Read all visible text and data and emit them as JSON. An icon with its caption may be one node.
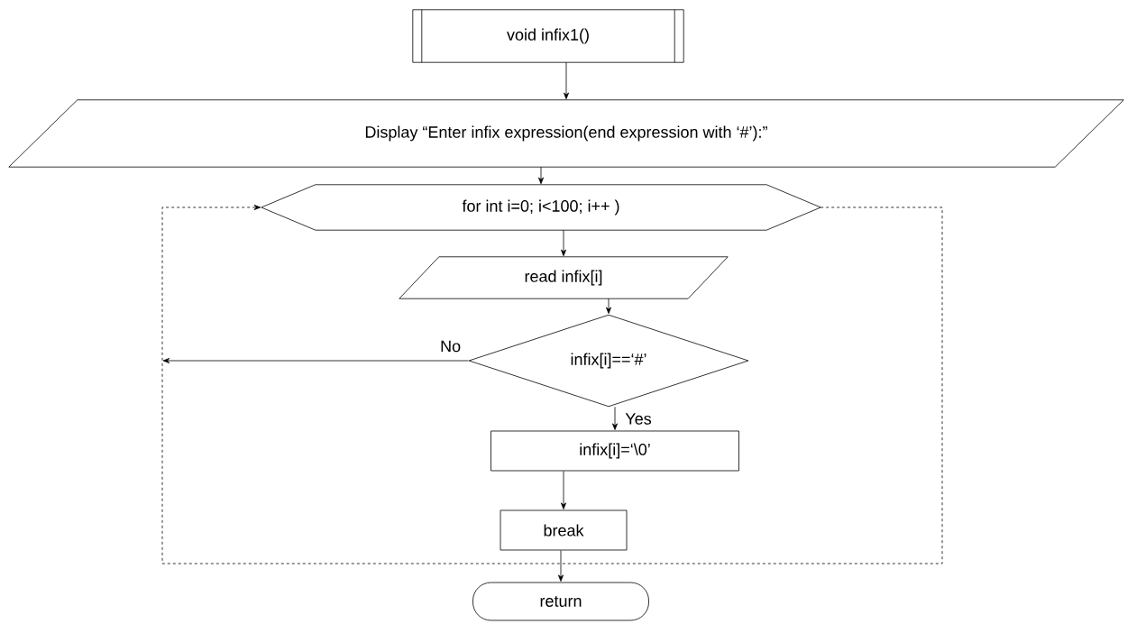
{
  "diagram": {
    "nodes": [
      {
        "text": [
          "void infix1()"
        ]
      },
      {
        "text": [
          "Display “Enter infix expression(end expression with ‘#’):”"
        ]
      },
      {
        "text": [
          "for int i=0; i<100; i++ )"
        ]
      },
      {
        "text": [
          "read infix[i]"
        ]
      },
      {
        "text": [
          "infix[i]==‘#’"
        ]
      },
      {
        "text": [
          "infix[i]=‘\\0’"
        ]
      },
      {
        "text": [
          "break"
        ]
      },
      {
        "text": [
          "return"
        ]
      }
    ],
    "edges": [
      {
        "from": 0,
        "to": 1,
        "arrow": "to"
      },
      {
        "from": 1,
        "to": 2,
        "arrow": "to"
      },
      {
        "from": 2,
        "to": 3,
        "arrow": "to"
      },
      {
        "from": 3,
        "to": 4,
        "arrow": "to"
      },
      {
        "from": 4,
        "to": 5,
        "arrow": "to",
        "label": "Yes"
      },
      {
        "from": 5,
        "to": 6,
        "arrow": "to"
      },
      {
        "from": 6,
        "to": 7,
        "arrow": "to"
      },
      {
        "from": 4,
        "to": null,
        "arrow": "to",
        "label": "No"
      },
      {
        "from": 2,
        "to": 2,
        "arrow": "to",
        "style": "dashed"
      }
    ]
  }
}
